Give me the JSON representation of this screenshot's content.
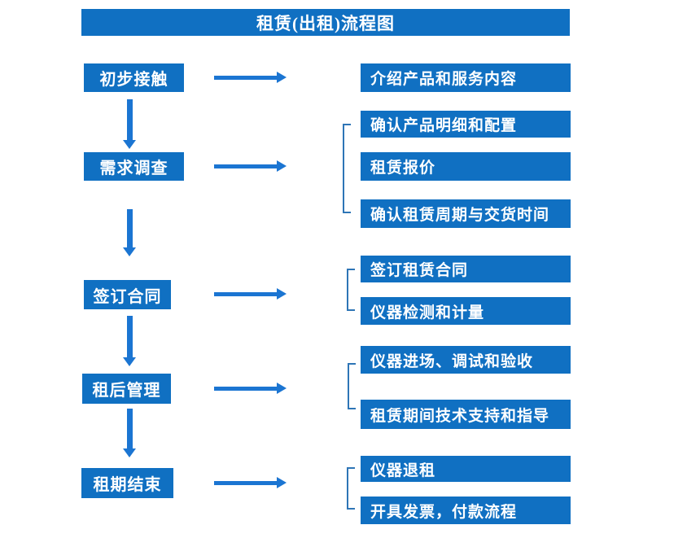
{
  "title": "租赁(出租)流程图",
  "colors": {
    "box_blue": "#1070C2",
    "arrow_blue": "#1B75D2",
    "bracket_blue": "#2E75B6",
    "text_white": "#FFFFFF",
    "background": "#FFFFFF"
  },
  "icons": {
    "right_arrow": "→",
    "down_arrow": "↓"
  },
  "steps": [
    {
      "label": "初步接触",
      "outputs": [
        "介绍产品和服务内容"
      ]
    },
    {
      "label": "需求调查",
      "outputs": [
        "确认产品明细和配置",
        "租赁报价",
        "确认租赁周期与交货时间"
      ]
    },
    {
      "label": "签订合同",
      "outputs": [
        "签订租赁合同",
        "仪器检测和计量"
      ]
    },
    {
      "label": "租后管理",
      "outputs": [
        "仪器进场、调试和验收",
        "租赁期间技术支持和指导"
      ]
    },
    {
      "label": "租期结束",
      "outputs": [
        "仪器退租",
        "开具发票，付款流程"
      ]
    }
  ]
}
